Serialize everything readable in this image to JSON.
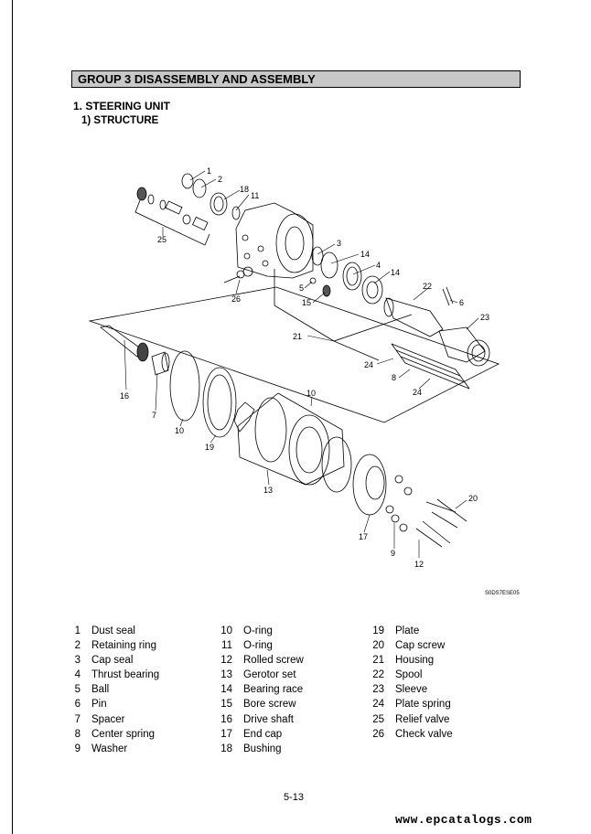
{
  "group_title": "GROUP  3  DISASSEMBLY AND ASSEMBLY",
  "section_title": "1. STEERING UNIT",
  "subsection_title": "1) STRUCTURE",
  "diagram": {
    "callouts": [
      "1",
      "2",
      "18",
      "11",
      "25",
      "3",
      "14",
      "4",
      "14",
      "5",
      "15",
      "22",
      "6",
      "26",
      "23",
      "21",
      "24",
      "8",
      "24",
      "16",
      "7",
      "10",
      "19",
      "10",
      "13",
      "20",
      "17",
      "9",
      "12"
    ],
    "drawing_code": "S0DS7ESE05"
  },
  "parts": [
    {
      "num": "1",
      "name": "Dust seal"
    },
    {
      "num": "2",
      "name": "Retaining ring"
    },
    {
      "num": "3",
      "name": "Cap seal"
    },
    {
      "num": "4",
      "name": "Thrust bearing"
    },
    {
      "num": "5",
      "name": "Ball"
    },
    {
      "num": "6",
      "name": "Pin"
    },
    {
      "num": "7",
      "name": "Spacer"
    },
    {
      "num": "8",
      "name": "Center spring"
    },
    {
      "num": "9",
      "name": "Washer"
    },
    {
      "num": "10",
      "name": "O-ring"
    },
    {
      "num": "11",
      "name": "O-ring"
    },
    {
      "num": "12",
      "name": "Rolled screw"
    },
    {
      "num": "13",
      "name": "Gerotor set"
    },
    {
      "num": "14",
      "name": "Bearing race"
    },
    {
      "num": "15",
      "name": "Bore screw"
    },
    {
      "num": "16",
      "name": "Drive shaft"
    },
    {
      "num": "17",
      "name": "End cap"
    },
    {
      "num": "18",
      "name": "Bushing"
    },
    {
      "num": "19",
      "name": "Plate"
    },
    {
      "num": "20",
      "name": "Cap screw"
    },
    {
      "num": "21",
      "name": "Housing"
    },
    {
      "num": "22",
      "name": "Spool"
    },
    {
      "num": "23",
      "name": "Sleeve"
    },
    {
      "num": "24",
      "name": "Plate spring"
    },
    {
      "num": "25",
      "name": "Relief valve"
    },
    {
      "num": "26",
      "name": "Check valve"
    }
  ],
  "page_number": "5-13",
  "watermark": "www.epcatalogs.com"
}
